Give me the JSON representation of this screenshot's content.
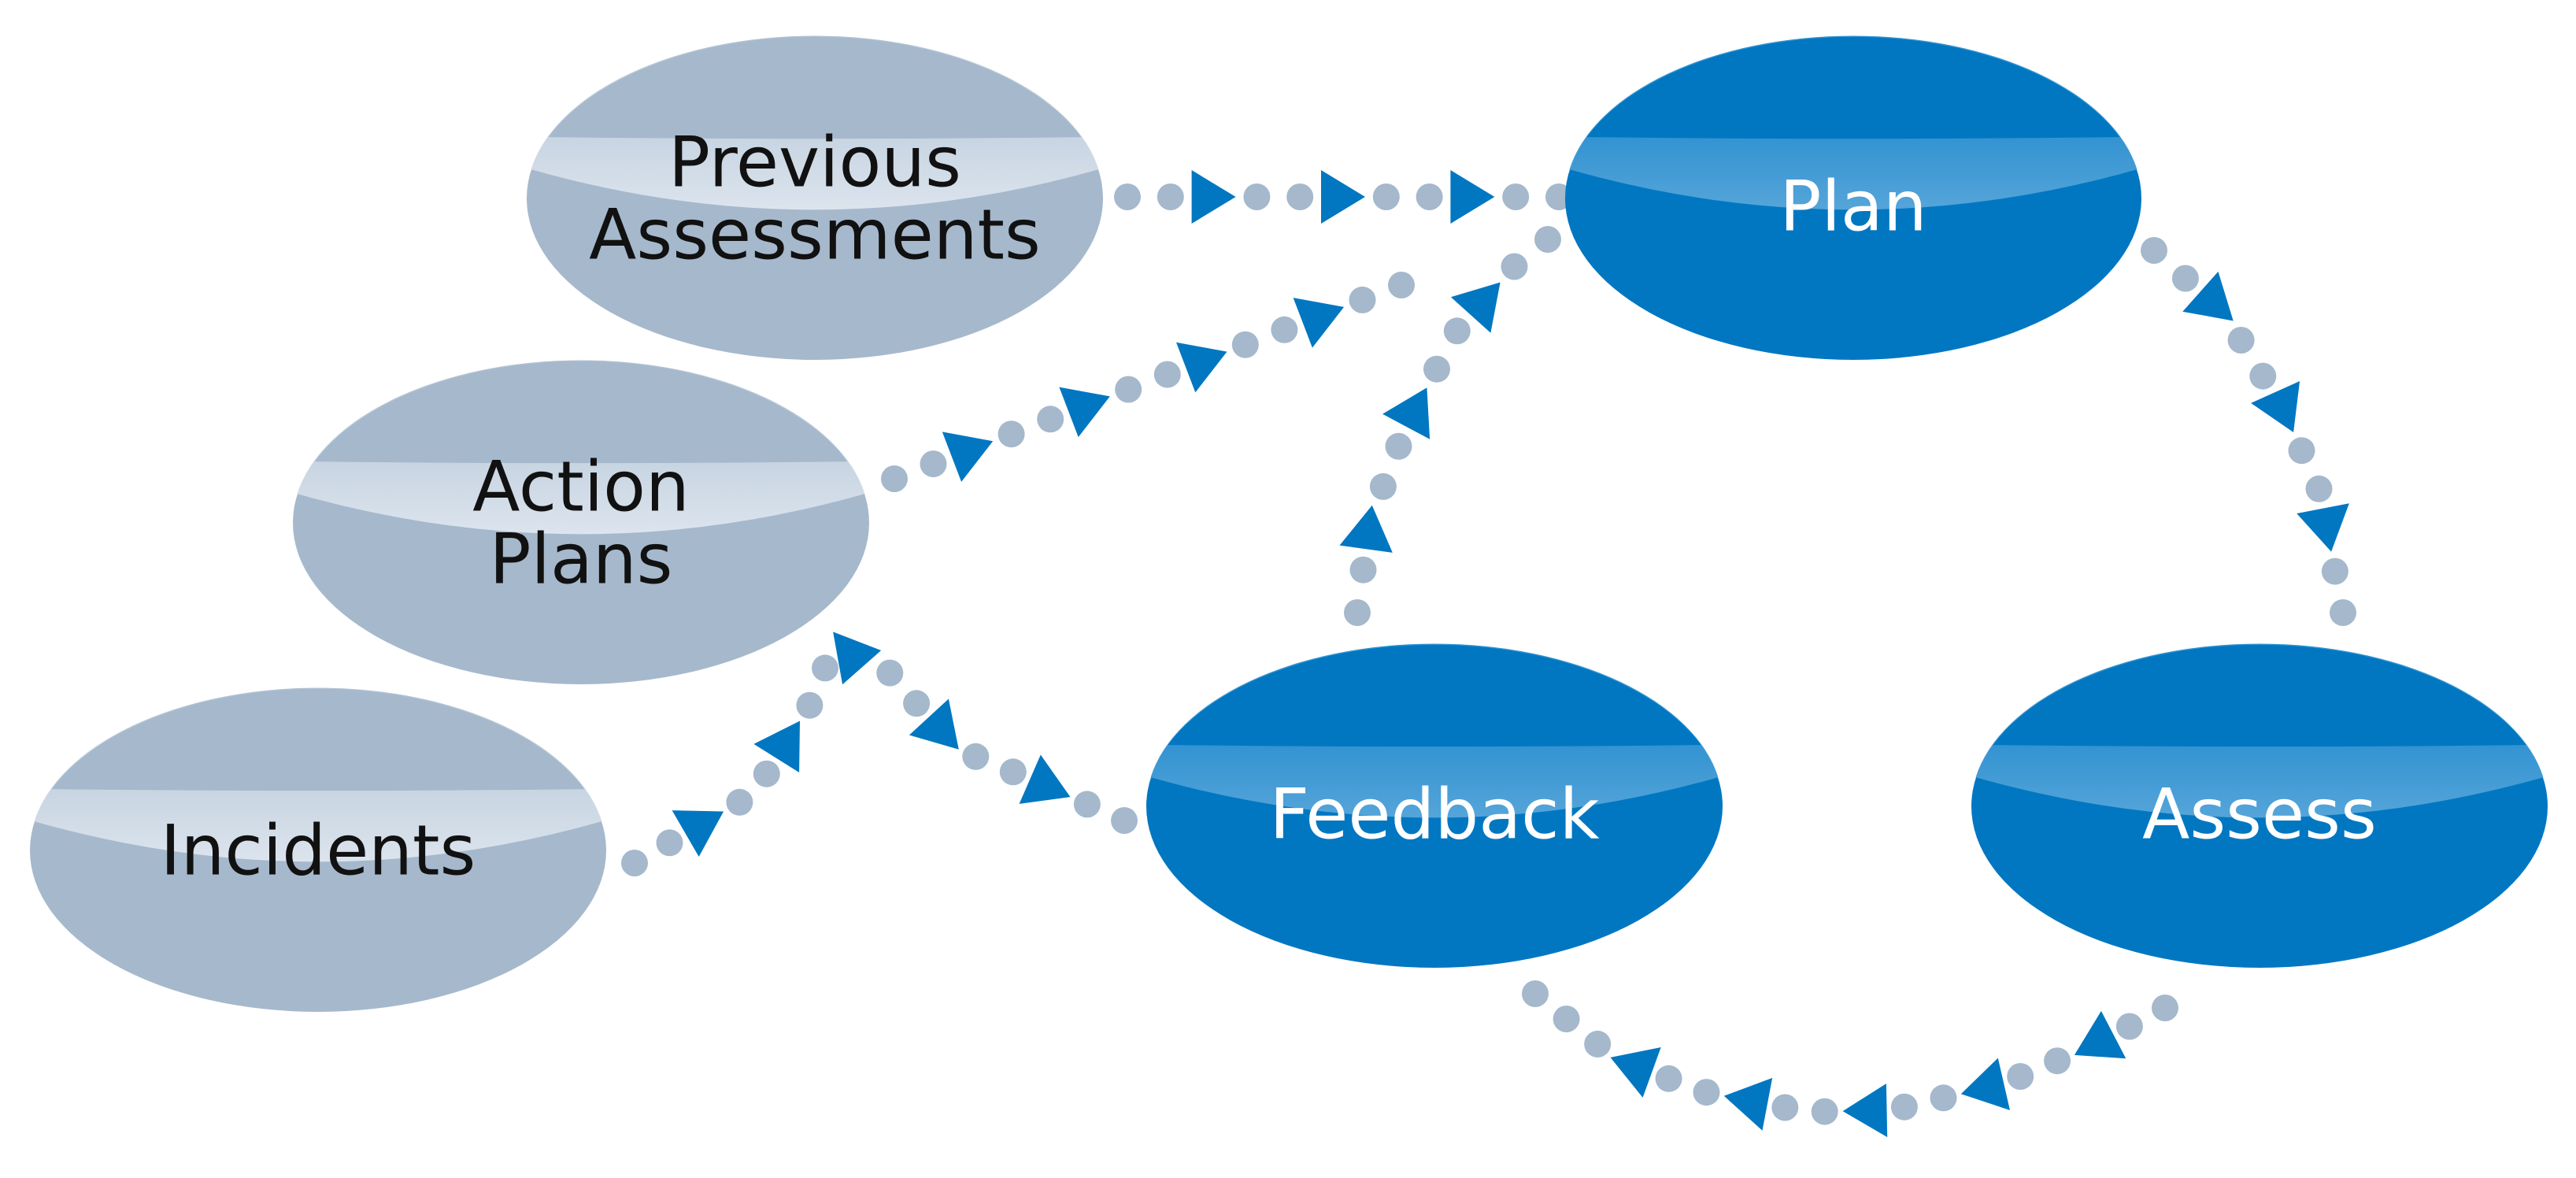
{
  "colors": {
    "grey_node": "#a6b8cc",
    "grey_node_light": "#dbe4ee",
    "blue_node": "#0277c1",
    "blue_node_light": "#5fa8d8",
    "connector_dot": "#a5b8cc",
    "connector_arrow": "#0277c1",
    "grey_text": "#111111",
    "blue_text": "#ffffff"
  },
  "nodes": [
    {
      "id": "previous-assessments",
      "lines": [
        "Previous",
        "Assessments"
      ],
      "style": "grey"
    },
    {
      "id": "action-plans",
      "lines": [
        "Action",
        "Plans"
      ],
      "style": "grey"
    },
    {
      "id": "incidents",
      "lines": [
        "Incidents"
      ],
      "style": "grey"
    },
    {
      "id": "plan",
      "lines": [
        "Plan"
      ],
      "style": "blue"
    },
    {
      "id": "assess",
      "lines": [
        "Assess"
      ],
      "style": "blue"
    },
    {
      "id": "feedback",
      "lines": [
        "Feedback"
      ],
      "style": "blue"
    }
  ],
  "connections": [
    {
      "id": "previous-assessments-to-plan",
      "from": "previous-assessments",
      "to": "plan"
    },
    {
      "id": "action-plans-to-plan",
      "from": "action-plans",
      "to": "plan"
    },
    {
      "id": "incidents-to-action-plans",
      "from": "incidents",
      "to": "action-plans"
    },
    {
      "id": "feedback-to-action-plans",
      "from": "feedback",
      "to": "action-plans"
    },
    {
      "id": "feedback-to-plan",
      "from": "feedback",
      "to": "plan"
    },
    {
      "id": "plan-to-assess",
      "from": "plan",
      "to": "assess"
    },
    {
      "id": "assess-to-feedback",
      "from": "assess",
      "to": "feedback"
    }
  ]
}
